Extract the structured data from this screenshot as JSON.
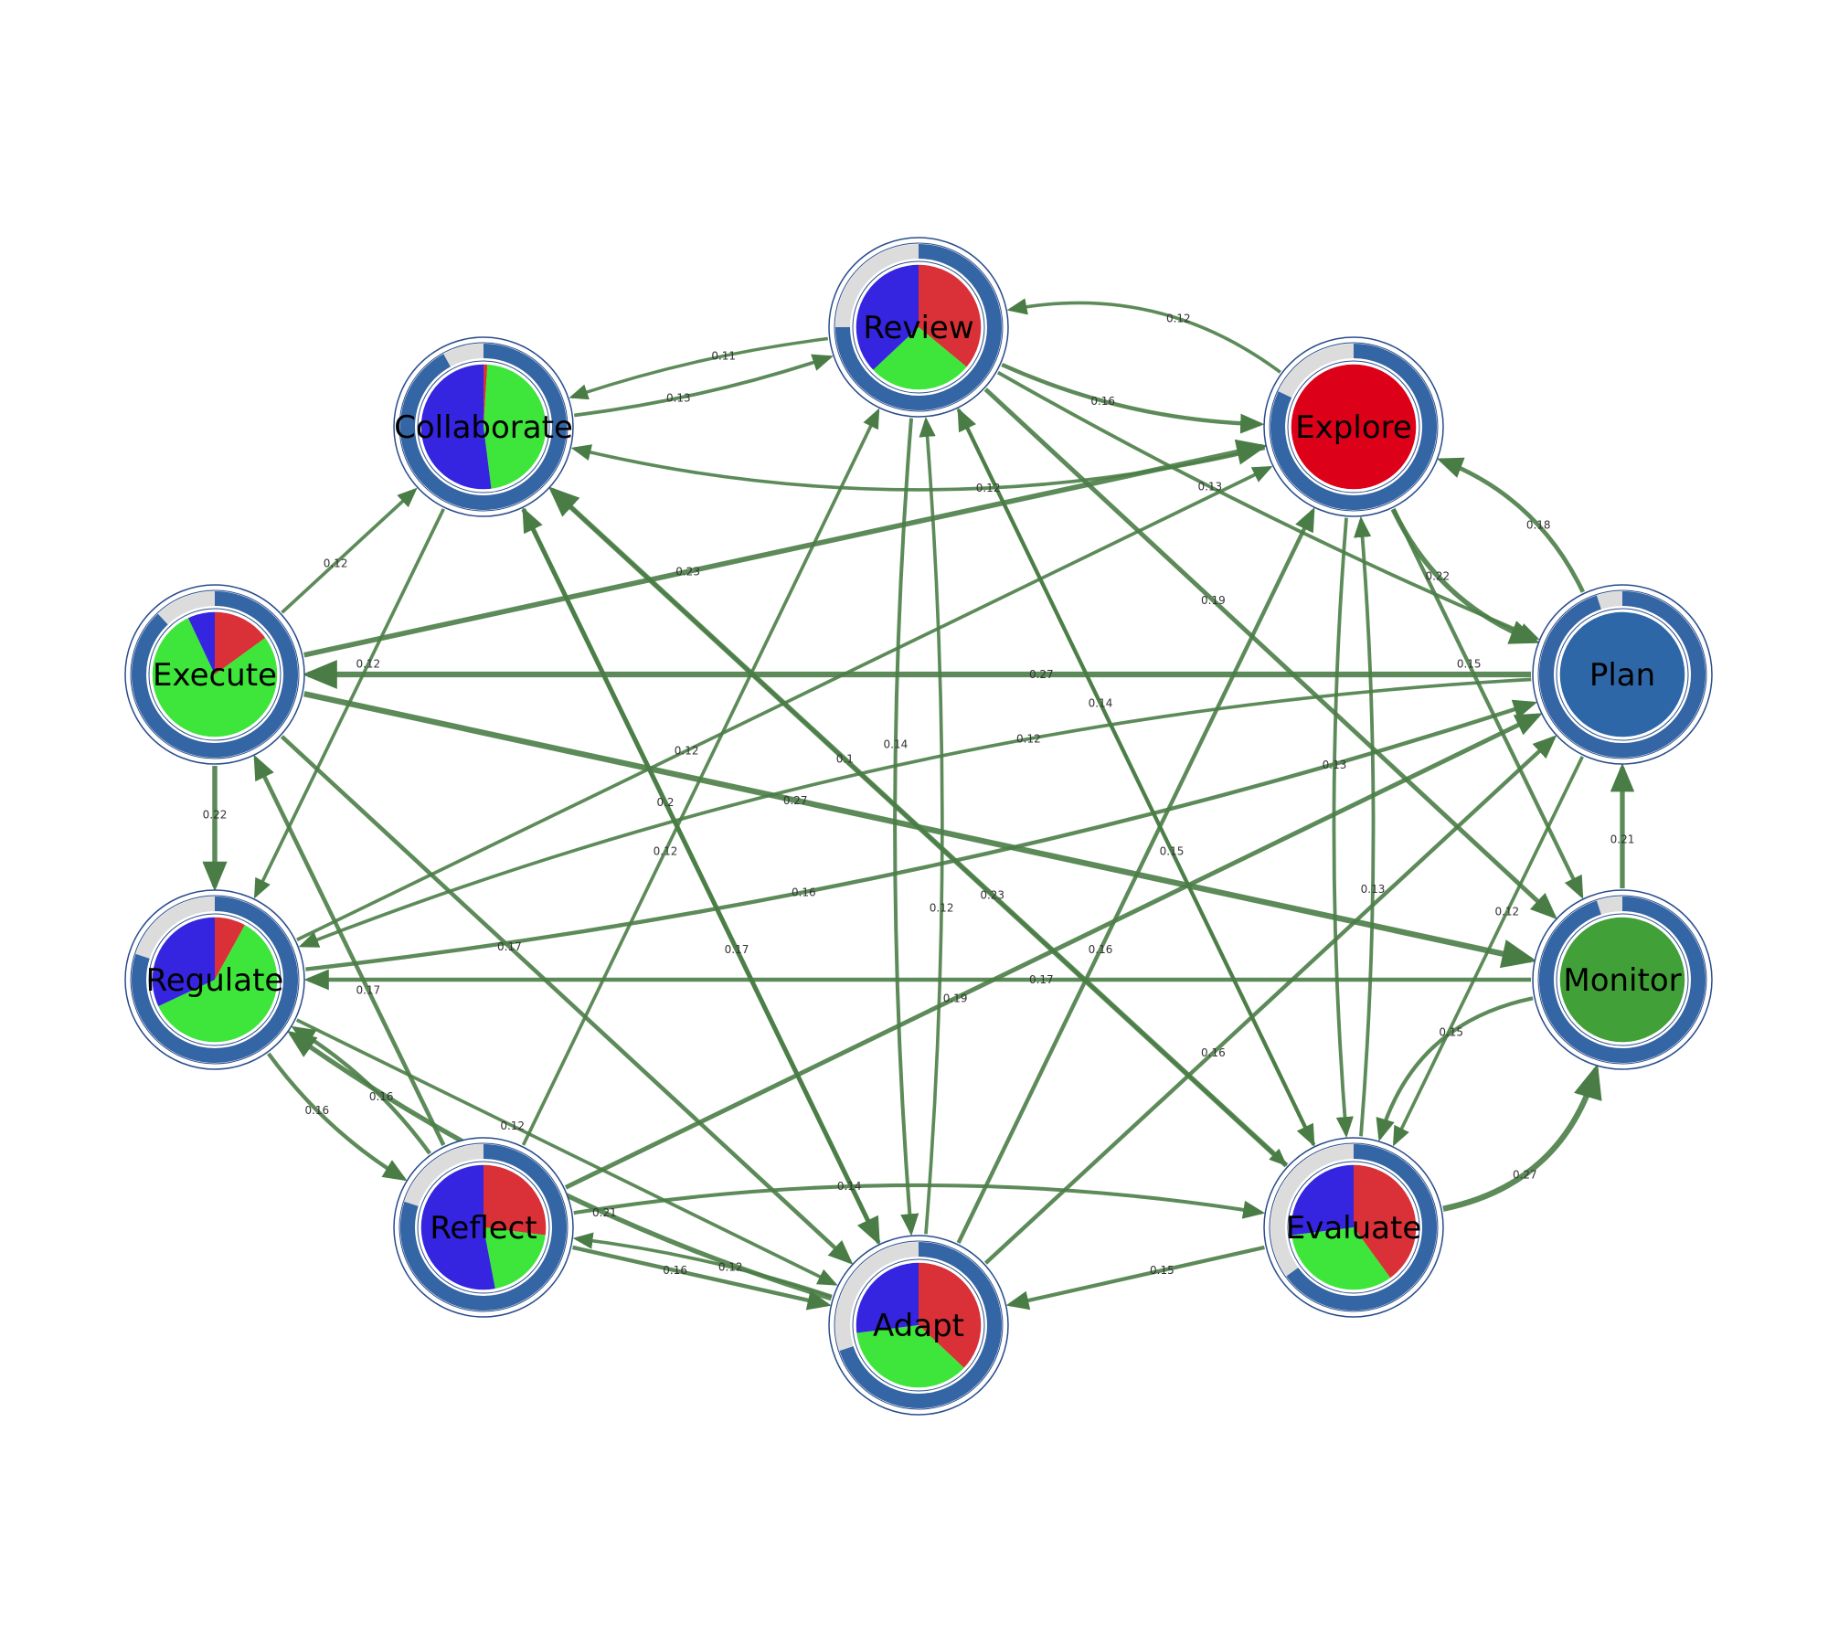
{
  "colors": {
    "edge": "#4a7d46",
    "ring_fill": "#3465a4",
    "ring_empty": "#dcdcdc",
    "outline": "#2a4d8c",
    "pie_red": "#d93137",
    "pie_green": "#3ee53a",
    "pie_blue": "#3524e0",
    "explore_fill": "#dc0018",
    "plan_fill": "#2e67a7",
    "monitor_fill": "#41a037",
    "background": "#ffffff"
  },
  "nodes": [
    {
      "id": "Review",
      "label": "Review",
      "ring_fraction": 0.75,
      "pie": [
        0.36,
        0.27,
        0.37
      ]
    },
    {
      "id": "Explore",
      "label": "Explore",
      "ring_fraction": 0.82,
      "pie": [
        1,
        0,
        0
      ]
    },
    {
      "id": "Plan",
      "label": "Plan",
      "ring_fraction": 0.95,
      "pie": [],
      "fill": "plan_fill"
    },
    {
      "id": "Monitor",
      "label": "Monitor",
      "ring_fraction": 0.95,
      "pie": [],
      "fill": "monitor_fill"
    },
    {
      "id": "Evaluate",
      "label": "Evaluate",
      "ring_fraction": 0.65,
      "pie": [
        0.4,
        0.33,
        0.27
      ]
    },
    {
      "id": "Adapt",
      "label": "Adapt",
      "ring_fraction": 0.7,
      "pie": [
        0.37,
        0.36,
        0.27
      ]
    },
    {
      "id": "Reflect",
      "label": "Reflect",
      "ring_fraction": 0.8,
      "pie": [
        0.27,
        0.2,
        0.53
      ]
    },
    {
      "id": "Regulate",
      "label": "Regulate",
      "ring_fraction": 0.8,
      "pie": [
        0.08,
        0.6,
        0.32
      ]
    },
    {
      "id": "Execute",
      "label": "Execute",
      "ring_fraction": 0.88,
      "pie": [
        0.15,
        0.78,
        0.07
      ]
    },
    {
      "id": "Collaborate",
      "label": "Collaborate",
      "ring_fraction": 0.92,
      "pie": [
        0.01,
        0.47,
        0.52
      ]
    }
  ],
  "edges": [
    {
      "from": "Collaborate",
      "to": "Review",
      "label": "0.13",
      "w": 0.13,
      "curve": 0.05
    },
    {
      "from": "Review",
      "to": "Collaborate",
      "label": "0.11",
      "w": 0.11,
      "curve": 0.05
    },
    {
      "from": "Explore",
      "to": "Review",
      "label": "0.12",
      "w": 0.12,
      "curve": 0.22
    },
    {
      "from": "Review",
      "to": "Explore",
      "label": "0.16",
      "w": 0.16,
      "curve": 0.1
    },
    {
      "from": "Explore",
      "to": "Collaborate",
      "label": "0.12",
      "w": 0.12,
      "curve": -0.12
    },
    {
      "from": "Explore",
      "to": "Plan",
      "label": "0.22",
      "w": 0.22,
      "curve": 0.2
    },
    {
      "from": "Plan",
      "to": "Explore",
      "label": "0.18",
      "w": 0.18,
      "curve": 0.2
    },
    {
      "from": "Review",
      "to": "Plan",
      "label": "0.13",
      "w": 0.13,
      "curve": 0.03
    },
    {
      "from": "Plan",
      "to": "Execute",
      "label": "0.27",
      "w": 0.27,
      "curve": 0
    },
    {
      "from": "Execute",
      "to": "Monitor",
      "label": "0.27",
      "w": 0.27,
      "curve": 0
    },
    {
      "from": "Execute",
      "to": "Regulate",
      "label": "0.22",
      "w": 0.22,
      "curve": 0
    },
    {
      "from": "Monitor",
      "to": "Plan",
      "label": "0.21",
      "w": 0.21,
      "curve": 0
    },
    {
      "from": "Monitor",
      "to": "Regulate",
      "label": "0.17",
      "w": 0.17,
      "curve": 0
    },
    {
      "from": "Monitor",
      "to": "Evaluate",
      "label": "0.15",
      "w": 0.15,
      "curve": 0.3
    },
    {
      "from": "Evaluate",
      "to": "Monitor",
      "label": "0.27",
      "w": 0.27,
      "curve": 0.3
    },
    {
      "from": "Evaluate",
      "to": "Adapt",
      "label": "0.15",
      "w": 0.15,
      "curve": 0
    },
    {
      "from": "Reflect",
      "to": "Adapt",
      "label": "0.16",
      "w": 0.16,
      "curve": 0
    },
    {
      "from": "Regulate",
      "to": "Reflect",
      "label": "0.16",
      "w": 0.16,
      "curve": 0.1
    },
    {
      "from": "Reflect",
      "to": "Regulate",
      "label": "0.16",
      "w": 0.16,
      "curve": 0.1
    },
    {
      "from": "Adapt",
      "to": "Regulate",
      "label": "0.21",
      "w": 0.21,
      "curve": -0.08
    },
    {
      "from": "Regulate",
      "to": "Plan",
      "label": "0.16",
      "w": 0.16,
      "curve": 0.05
    },
    {
      "from": "Plan",
      "to": "Regulate",
      "label": "0.12",
      "w": 0.12,
      "curve": 0.08
    },
    {
      "from": "Regulate",
      "to": "Explore",
      "label": "0.12",
      "w": 0.12,
      "curve": 0
    },
    {
      "from": "Adapt",
      "to": "Review",
      "label": "0.12",
      "w": 0.12,
      "curve": 0.04
    },
    {
      "from": "Review",
      "to": "Adapt",
      "label": "0.14",
      "w": 0.14,
      "curve": 0.04
    },
    {
      "from": "Reflect",
      "to": "Evaluate",
      "label": "0.14",
      "w": 0.14,
      "curve": -0.08
    },
    {
      "from": "Adapt",
      "to": "Reflect",
      "label": "0.12",
      "w": 0.12,
      "curve": 0.05
    },
    {
      "from": "Explore",
      "to": "Evaluate",
      "label": "0.13",
      "w": 0.13,
      "curve": 0.04
    },
    {
      "from": "Evaluate",
      "to": "Explore",
      "label": "0.13",
      "w": 0.13,
      "curve": 0.04
    },
    {
      "from": "Review",
      "to": "Monitor",
      "label": "0.19",
      "w": 0.19,
      "curve": 0
    },
    {
      "from": "Review",
      "to": "Evaluate",
      "label": "0.14",
      "w": 0.14,
      "curve": 0
    },
    {
      "from": "Collaborate",
      "to": "Adapt",
      "label": "0.2",
      "w": 0.2,
      "curve": 0
    },
    {
      "from": "Adapt",
      "to": "Collaborate",
      "label": "0.17",
      "w": 0.17,
      "curve": 0
    },
    {
      "from": "Execute",
      "to": "Collaborate",
      "label": "0.12",
      "w": 0.12,
      "curve": 0
    },
    {
      "from": "Execute",
      "to": "Adapt",
      "label": "0.17",
      "w": 0.17,
      "curve": 0
    },
    {
      "from": "Collaborate",
      "to": "Regulate",
      "label": "0.12",
      "w": 0.12,
      "curve": 0
    },
    {
      "from": "Reflect",
      "to": "Execute",
      "label": "0.17",
      "w": 0.17,
      "curve": 0
    },
    {
      "from": "Reflect",
      "to": "Review",
      "label": "0.12",
      "w": 0.12,
      "curve": 0
    },
    {
      "from": "Collaborate",
      "to": "Evaluate",
      "label": "0.1",
      "w": 0.1,
      "curve": 0
    },
    {
      "from": "Evaluate",
      "to": "Collaborate",
      "label": "0.23",
      "w": 0.23,
      "curve": 0
    },
    {
      "from": "Adapt",
      "to": "Plan",
      "label": "0.16",
      "w": 0.16,
      "curve": 0
    },
    {
      "from": "Adapt",
      "to": "Explore",
      "label": "0.16",
      "w": 0.16,
      "curve": 0
    },
    {
      "from": "Reflect",
      "to": "Plan",
      "label": "0.19",
      "w": 0.19,
      "curve": 0
    },
    {
      "from": "Plan",
      "to": "Evaluate",
      "label": "0.12",
      "w": 0.12,
      "curve": 0
    },
    {
      "from": "Explore",
      "to": "Monitor",
      "label": "0.15",
      "w": 0.15,
      "curve": 0
    },
    {
      "from": "Evaluate",
      "to": "Review",
      "label": "0.15",
      "w": 0.15,
      "curve": 0
    },
    {
      "from": "Execute",
      "to": "Explore",
      "label": "0.23",
      "w": 0.23,
      "curve": 0
    },
    {
      "from": "Regulate",
      "to": "Adapt",
      "label": "0.12",
      "w": 0.12,
      "curve": 0
    }
  ]
}
